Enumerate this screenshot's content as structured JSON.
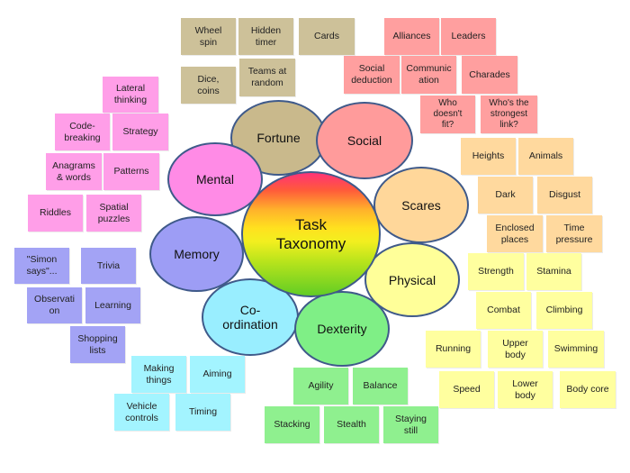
{
  "center": {
    "label": "Task\nTaxonomy"
  },
  "categories": {
    "fortune": "Fortune",
    "social": "Social",
    "mental": "Mental",
    "scares": "Scares",
    "memory": "Memory",
    "physical": "Physical",
    "coordination": "Co-\nordination",
    "dexterity": "Dexterity"
  },
  "fortune": {
    "wheel_spin": "Wheel\nspin",
    "hidden_timer": "Hidden\ntimer",
    "cards": "Cards",
    "dice_coins": "Dice,\ncoins",
    "teams_at_random": "Teams at\nrandom"
  },
  "social": {
    "alliances": "Alliances",
    "leaders": "Leaders",
    "social_deduction": "Social\ndeduction",
    "communication": "Communic\nation",
    "charades": "Charades",
    "who_doesnt_fit": "Who\ndoesn't\nfit?",
    "whos_strongest_link": "Who's the\nstrongest\nlink?"
  },
  "mental": {
    "lateral_thinking": "Lateral\nthinking",
    "code_breaking": "Code-\nbreaking",
    "strategy": "Strategy",
    "anagrams_words": "Anagrams\n& words",
    "patterns": "Patterns",
    "riddles": "Riddles",
    "spatial_puzzles": "Spatial\npuzzles"
  },
  "scares": {
    "heights": "Heights",
    "animals": "Animals",
    "dark": "Dark",
    "disgust": "Disgust",
    "enclosed_places": "Enclosed\nplaces",
    "time_pressure": "Time\npressure"
  },
  "memory": {
    "simon_says": "\"Simon\nsays\"...",
    "trivia": "Trivia",
    "observation": "Observati\non",
    "learning": "Learning",
    "shopping_lists": "Shopping\nlists"
  },
  "physical": {
    "strength": "Strength",
    "stamina": "Stamina",
    "combat": "Combat",
    "climbing": "Climbing",
    "running": "Running",
    "upper_body": "Upper\nbody",
    "swimming": "Swimming",
    "speed": "Speed",
    "lower_body": "Lower\nbody",
    "body_core": "Body core"
  },
  "coordination": {
    "making_things": "Making\nthings",
    "aiming": "Aiming",
    "vehicle_controls": "Vehicle\ncontrols",
    "timing": "Timing"
  },
  "dexterity": {
    "agility": "Agility",
    "balance": "Balance",
    "stacking": "Stacking",
    "stealth": "Stealth",
    "staying_still": "Staying\nstill"
  },
  "colors": {
    "fortune": "#c9b98c",
    "fortune_note": "#cdc199",
    "social": "#ff9b9b",
    "social_note": "#ff9f9f",
    "mental": "#ff8be6",
    "mental_note": "#ff9ee8",
    "scares": "#ffd79a",
    "scares_note": "#ffd99e",
    "memory": "#9d9df5",
    "memory_note": "#a3a3f5",
    "physical": "#ffff99",
    "physical_note": "#ffff9f",
    "coordination": "#99eeff",
    "coordination_note": "#a3f4ff",
    "dexterity": "#7fef86",
    "dexterity_note": "#8ff08f",
    "outline": "#3f5a8a"
  }
}
